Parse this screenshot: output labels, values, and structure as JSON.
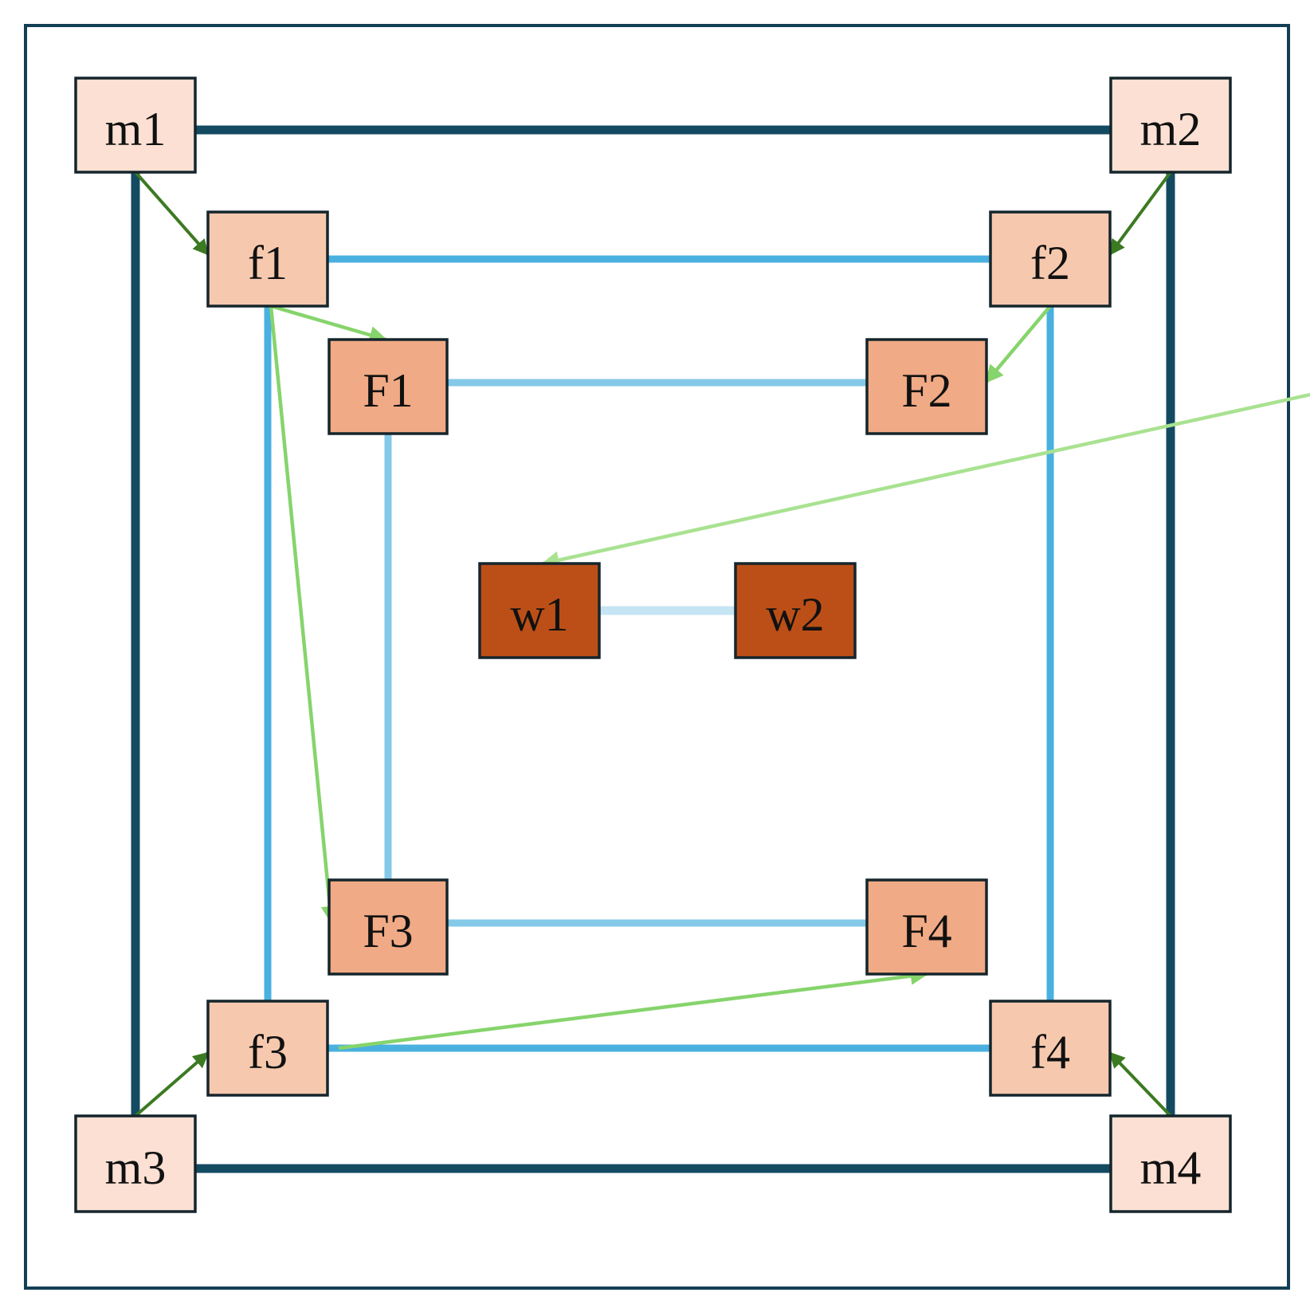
{
  "colors": {
    "frame": "#133f55",
    "bus_m": "#134a62",
    "bus_f": "#49b0df",
    "bus_F": "#84c9e8",
    "bus_w": "#c6e5f4",
    "arrow_dark": "#3c7a22",
    "arrow_mid": "#86d46c",
    "arrow_light": "#a9e291",
    "node_m": "#fbe0d3",
    "node_f": "#f6c9ae",
    "node_F": "#f0aa85",
    "node_w": "#bc4f17",
    "node_border": "#15252c",
    "text": "#111111"
  },
  "nodes": {
    "m1": "m1",
    "m2": "m2",
    "m3": "m3",
    "m4": "m4",
    "f1": "f1",
    "f2": "f2",
    "f3": "f3",
    "f4": "f4",
    "F1": "F1",
    "F2": "F2",
    "F3": "F3",
    "F4": "F4",
    "w1": "w1",
    "w2": "w2"
  },
  "links": [
    {
      "from": "m1",
      "to": "m2",
      "tier": "m"
    },
    {
      "from": "m1",
      "to": "m3",
      "tier": "m"
    },
    {
      "from": "m2",
      "to": "m4",
      "tier": "m"
    },
    {
      "from": "m3",
      "to": "m4",
      "tier": "m"
    },
    {
      "from": "f1",
      "to": "f2",
      "tier": "f"
    },
    {
      "from": "f1",
      "to": "f3",
      "tier": "f"
    },
    {
      "from": "f2",
      "to": "f4",
      "tier": "f"
    },
    {
      "from": "f3",
      "to": "f4",
      "tier": "f"
    },
    {
      "from": "F1",
      "to": "F2",
      "tier": "F"
    },
    {
      "from": "F1",
      "to": "F3",
      "tier": "F"
    },
    {
      "from": "F3",
      "to": "F4",
      "tier": "F"
    },
    {
      "from": "w1",
      "to": "w2",
      "tier": "w"
    }
  ],
  "arrows": [
    {
      "from": "m1",
      "to": "f1",
      "style": "dark"
    },
    {
      "from": "m2",
      "to": "f2",
      "style": "dark"
    },
    {
      "from": "m3",
      "to": "f3",
      "style": "dark"
    },
    {
      "from": "m4",
      "to": "f4",
      "style": "dark"
    },
    {
      "from": "f1",
      "to": "F1",
      "style": "mid"
    },
    {
      "from": "f1",
      "to": "F3",
      "style": "mid"
    },
    {
      "from": "f2",
      "to": "F2",
      "style": "mid"
    },
    {
      "from": "f3",
      "to": "F4",
      "style": "mid"
    },
    {
      "from": "F2",
      "to": "w1",
      "style": "light"
    }
  ]
}
